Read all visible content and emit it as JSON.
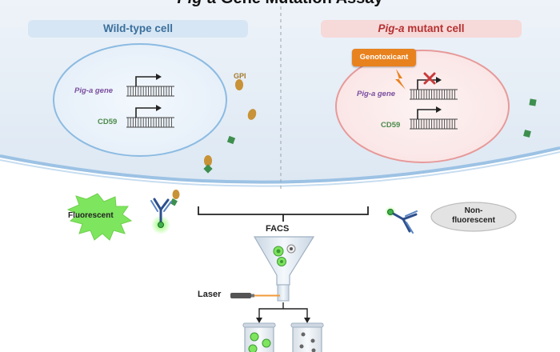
{
  "title": {
    "italic": "Pig-a",
    "rest": " Gene Mutation Assay"
  },
  "panels": {
    "wild_type": {
      "label": "Wild-type cell"
    },
    "mutant": {
      "label_italic": "Pig-a",
      "label_rest": " mutant cell"
    }
  },
  "genes": {
    "pig_a": "Pig-a gene",
    "cd59": "CD59"
  },
  "labels": {
    "gpi": "GPI",
    "genotoxicant": "Genotoxicant",
    "fluorescent": "Fluorescent",
    "non_fluorescent": "Non-\nfluorescent",
    "facs": "FACS",
    "laser": "Laser"
  },
  "colors": {
    "cell_bg": "#e6eef7",
    "membrane": "#9cc2e4",
    "nucleus_wt": "#7fb3de",
    "nucleus_mut": "#e79a9a",
    "gpi": "#c89236",
    "cd59_protein": "#3e8f4e",
    "genotoxicant": "#e8821e",
    "knockout": "#c93a3a",
    "fluor_burst": "#7ee55e",
    "antibody": "#2d4f8c"
  }
}
